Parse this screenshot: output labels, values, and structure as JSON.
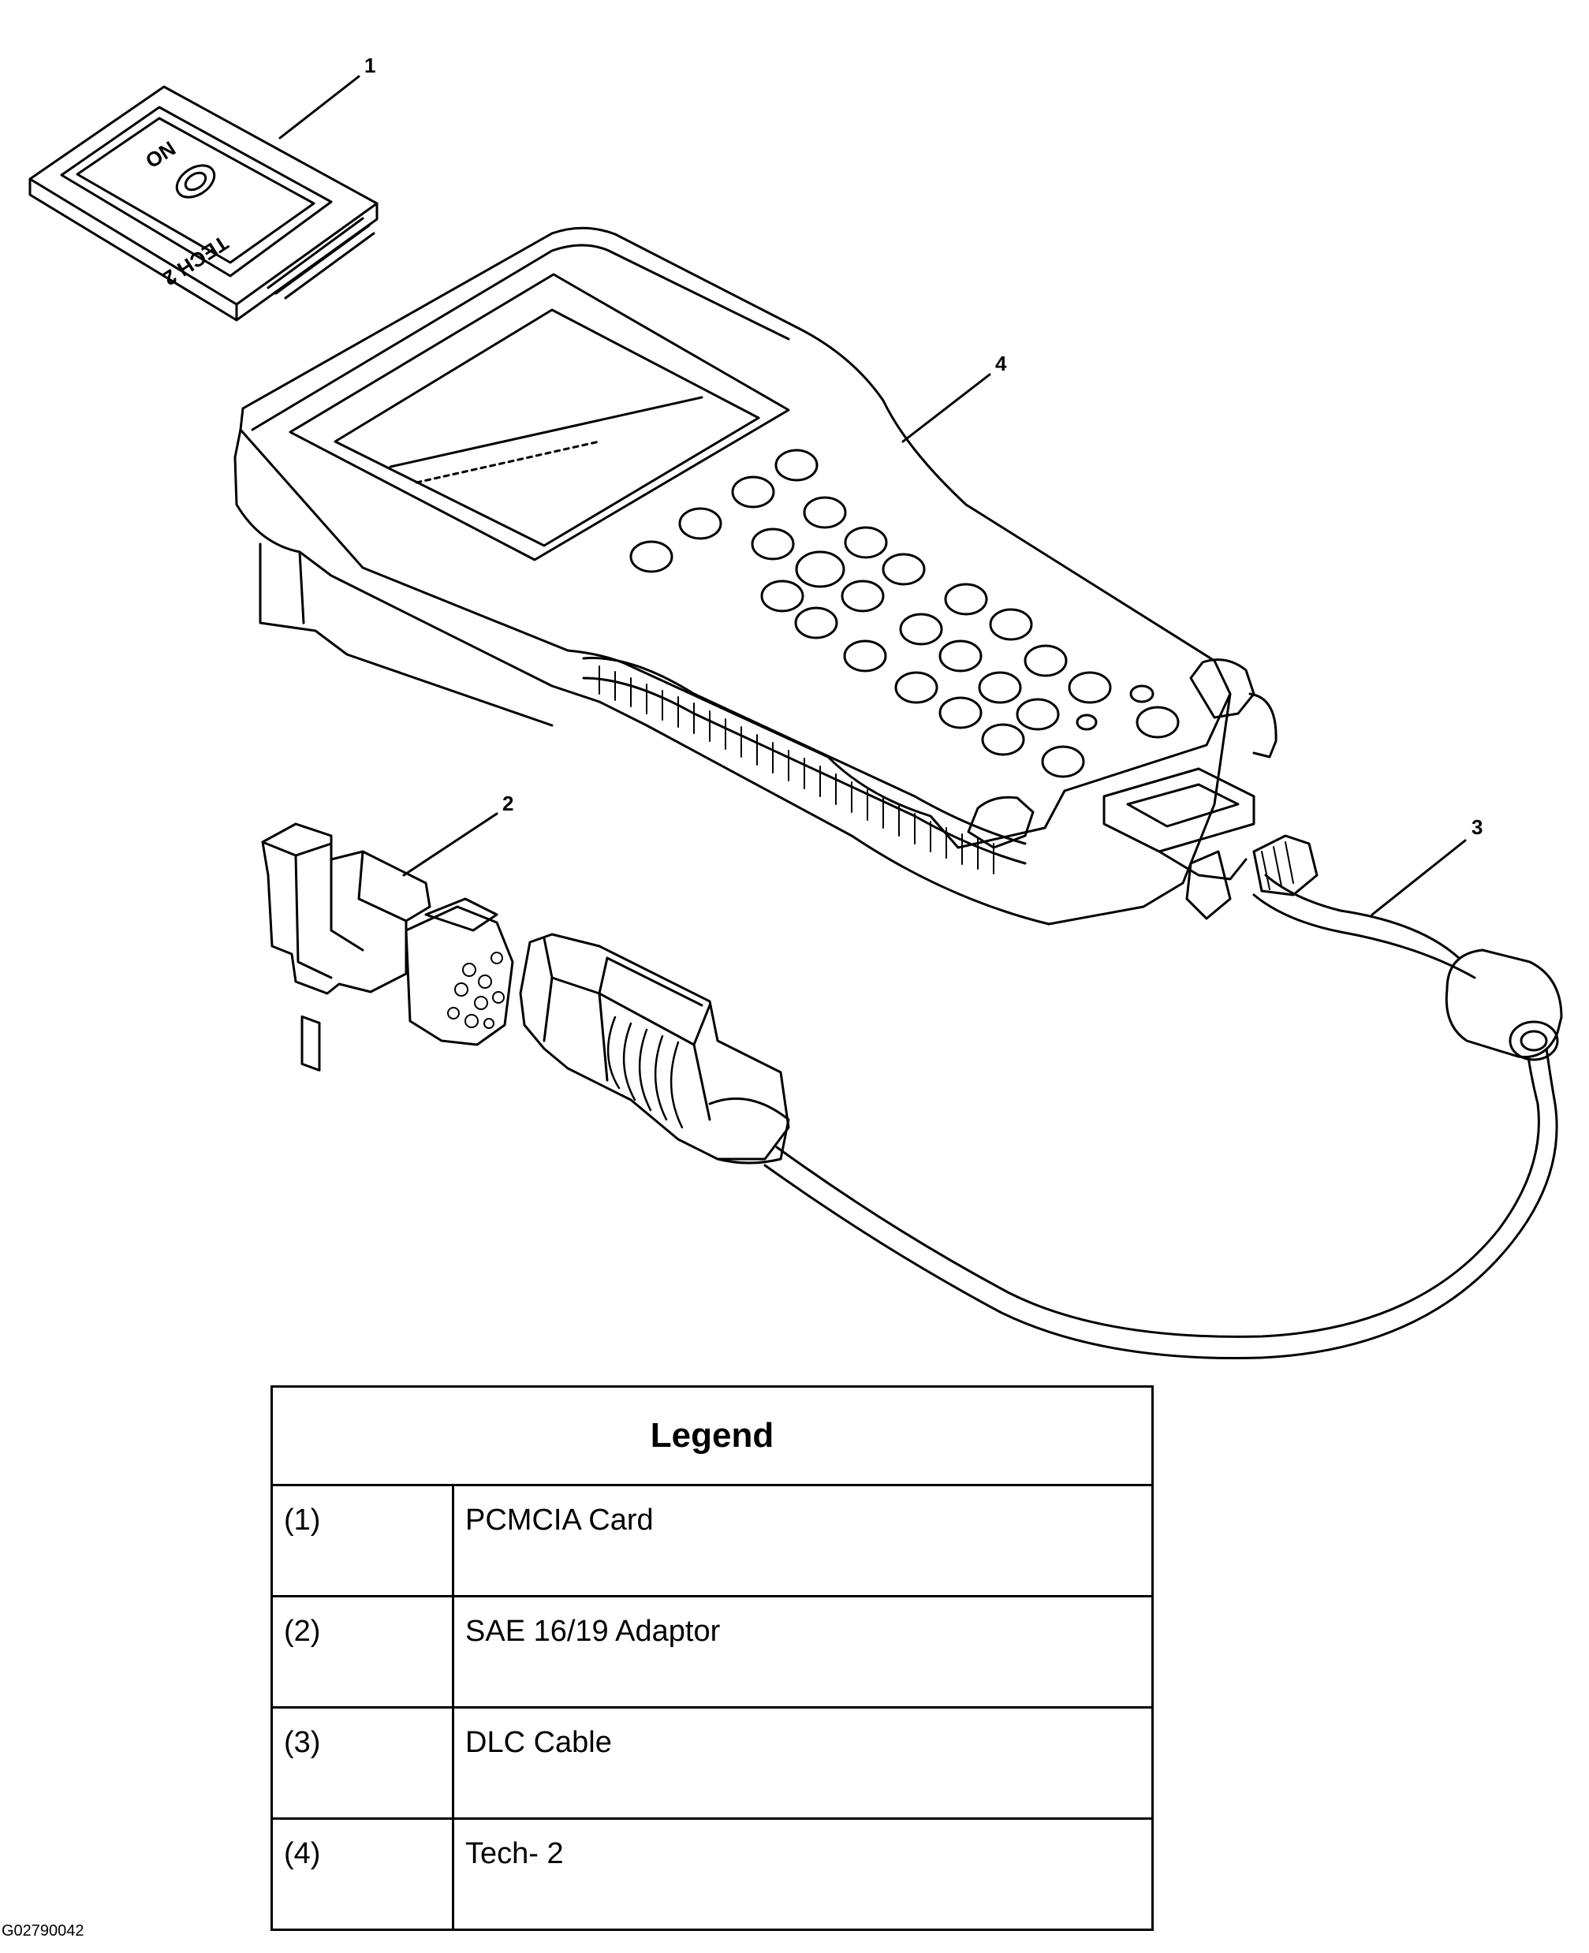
{
  "callouts": [
    "1",
    "2",
    "3",
    "4"
  ],
  "legend": {
    "title": "Legend",
    "rows": [
      {
        "key": "(1)",
        "label": "PCMCIA Card"
      },
      {
        "key": "(2)",
        "label": "SAE 16/19 Adaptor"
      },
      {
        "key": "(3)",
        "label": "DLC Cable"
      },
      {
        "key": "(4)",
        "label": "Tech- 2"
      }
    ]
  },
  "figure_id": "G02790042",
  "card_printed_text": [
    "TECH 2",
    "NO"
  ],
  "icons": [
    "pcmcia-card-icon",
    "tech2-scan-tool-icon",
    "sae-adaptor-icon",
    "dlc-cable-icon"
  ]
}
